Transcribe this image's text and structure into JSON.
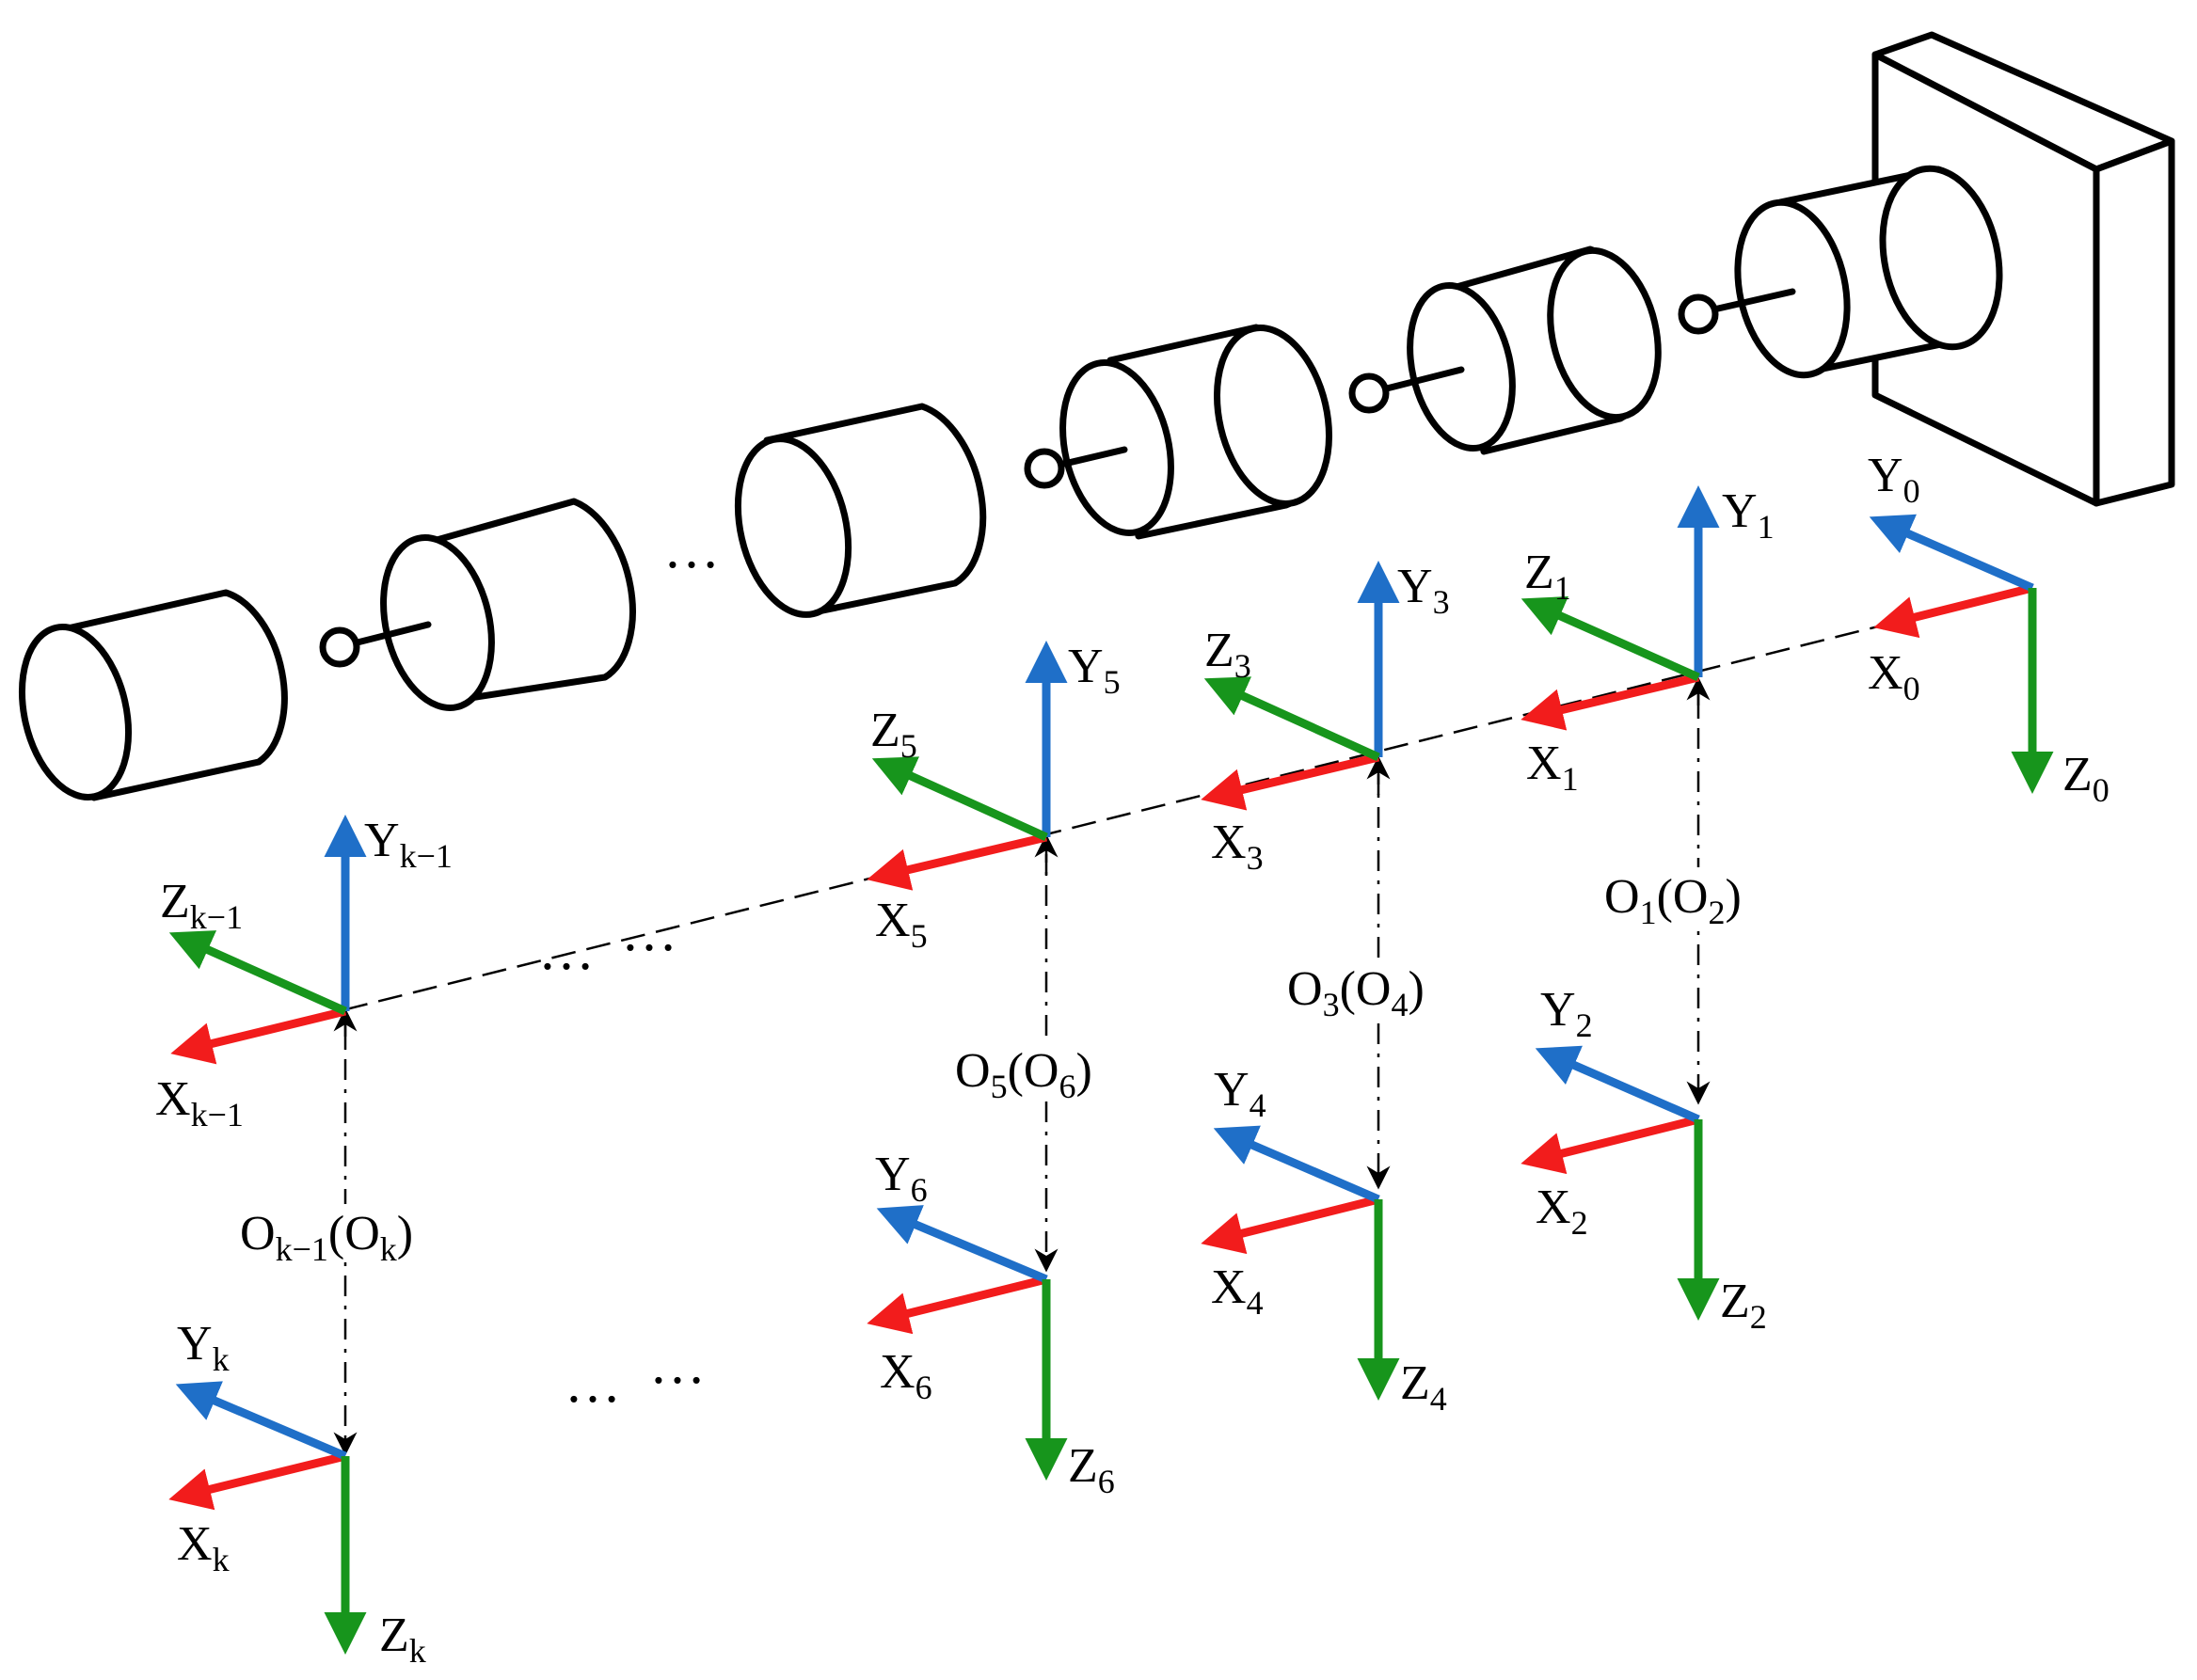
{
  "colors": {
    "x_axis": "#f21c1c",
    "y_axis": "#1f6fc8",
    "z_axis": "#17951c",
    "outline": "#000000"
  },
  "frames": [
    {
      "id": "0",
      "x": "X",
      "x_sub": "0",
      "y": "Y",
      "y_sub": "0",
      "z": "Z",
      "z_sub": "0"
    },
    {
      "id": "1",
      "x": "X",
      "x_sub": "1",
      "y": "Y",
      "y_sub": "1",
      "z": "Z",
      "z_sub": "1"
    },
    {
      "id": "2",
      "x": "X",
      "x_sub": "2",
      "y": "Y",
      "y_sub": "2",
      "z": "Z",
      "z_sub": "2"
    },
    {
      "id": "3",
      "x": "X",
      "x_sub": "3",
      "y": "Y",
      "y_sub": "3",
      "z": "Z",
      "z_sub": "3"
    },
    {
      "id": "4",
      "x": "X",
      "x_sub": "4",
      "y": "Y",
      "y_sub": "4",
      "z": "Z",
      "z_sub": "4"
    },
    {
      "id": "5",
      "x": "X",
      "x_sub": "5",
      "y": "Y",
      "y_sub": "5",
      "z": "Z",
      "z_sub": "5"
    },
    {
      "id": "6",
      "x": "X",
      "x_sub": "6",
      "y": "Y",
      "y_sub": "6",
      "z": "Z",
      "z_sub": "6"
    },
    {
      "id": "k-1",
      "x": "X",
      "x_sub": "k−1",
      "y": "Y",
      "y_sub": "k−1",
      "z": "Z",
      "z_sub": "k−1"
    },
    {
      "id": "k",
      "x": "X",
      "x_sub": "k",
      "y": "Y",
      "y_sub": "k",
      "z": "Z",
      "z_sub": "k"
    }
  ],
  "origin_labels": [
    {
      "a": "O",
      "a_sub": "1",
      "b": "O",
      "b_sub": "2"
    },
    {
      "a": "O",
      "a_sub": "3",
      "b": "O",
      "b_sub": "4"
    },
    {
      "a": "O",
      "a_sub": "5",
      "b": "O",
      "b_sub": "6"
    },
    {
      "a": "O",
      "a_sub": "k−1",
      "b": "O",
      "b_sub": "k"
    }
  ],
  "ellipsis": "…"
}
